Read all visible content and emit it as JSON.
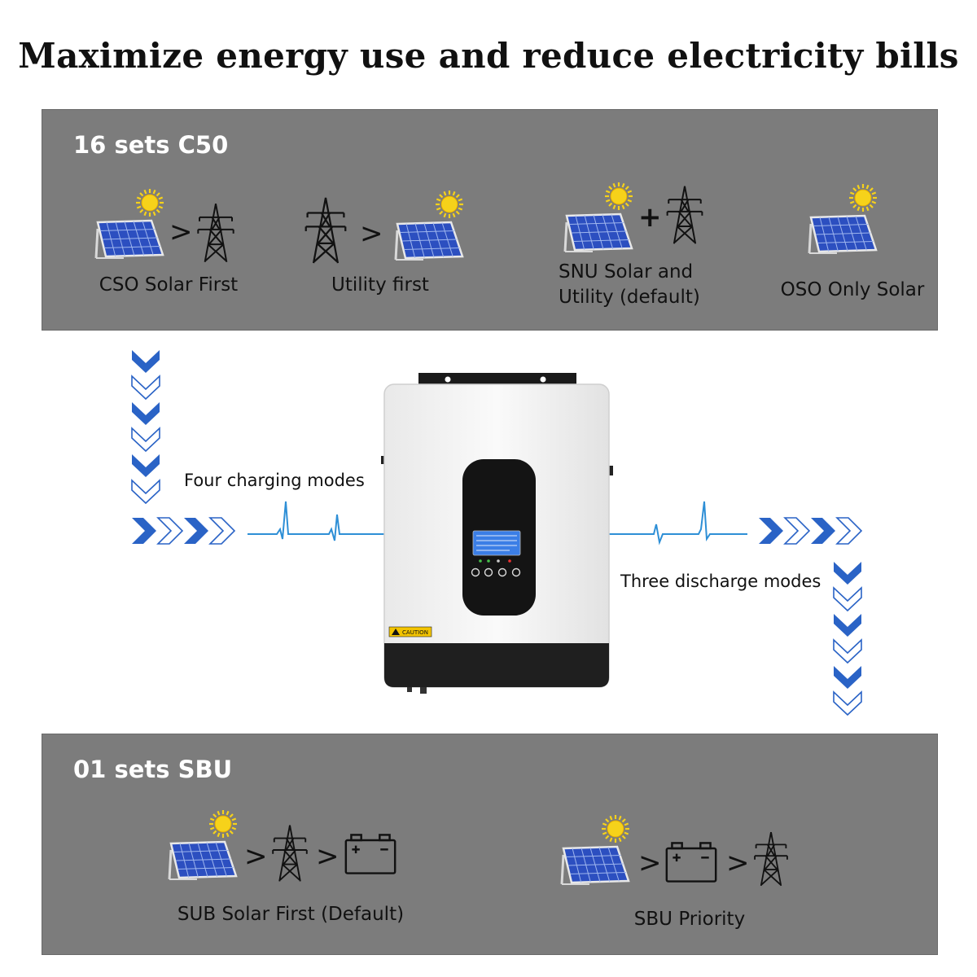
{
  "title": "Maximize energy use and reduce electricity bills",
  "top_panel": {
    "heading": "16 sets C50",
    "modes": [
      {
        "label": "CSO Solar First"
      },
      {
        "label": "Utility first"
      },
      {
        "label_line1": "SNU Solar and",
        "label_line2": "Utility (default)"
      },
      {
        "label": "OSO Only Solar"
      }
    ]
  },
  "bottom_panel": {
    "heading": "01 sets SBU",
    "modes": [
      {
        "label": "SUB Solar First (Default)"
      },
      {
        "label": "SBU Priority"
      }
    ]
  },
  "flow": {
    "charging_label": "Four charging modes",
    "discharge_label": "Three discharge modes"
  },
  "operators": {
    "greater": ">",
    "plus": "+"
  },
  "device": {
    "caution_text": "CAUTION"
  },
  "colors": {
    "panel_bg": "#7c7c7c",
    "arrow_blue": "#2a63c6",
    "wave_blue": "#2e8fd6",
    "sun_yellow": "#f6d21a",
    "solar_panel_blue": "#2c4fc0"
  },
  "icons": [
    "solar-panel-icon",
    "sun-icon",
    "transmission-tower-icon",
    "battery-icon",
    "chevron-arrow-icon",
    "inverter-device"
  ]
}
